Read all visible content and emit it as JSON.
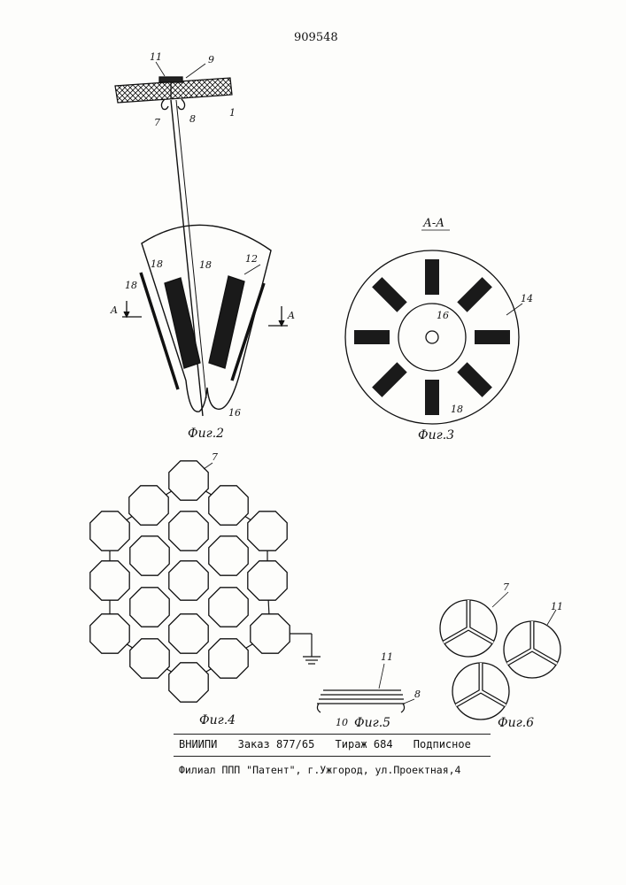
{
  "patent_number": "909548",
  "figures": {
    "fig2": {
      "caption": "Фиг.2",
      "labels": {
        "l11": "11",
        "l9": "9",
        "l7": "7",
        "l8": "8",
        "l1": "1",
        "l18a": "18",
        "l18b": "18",
        "l18c": "18",
        "l12": "12",
        "l16": "16",
        "a_left": "A",
        "a_right": "A"
      }
    },
    "fig3": {
      "caption": "Фиг.3",
      "section_title": "А-А",
      "labels": {
        "l14": "14",
        "l16": "16",
        "l18": "18"
      }
    },
    "fig4": {
      "caption": "Фиг.4",
      "labels": {
        "l7": "7"
      }
    },
    "fig5": {
      "caption": "Фиг.5",
      "labels": {
        "l11": "11",
        "l8": "8",
        "l10": "10"
      }
    },
    "fig6": {
      "caption": "Фиг.6",
      "labels": {
        "l7": "7",
        "l11": "11"
      }
    }
  },
  "imprint": {
    "org": "ВНИИПИ",
    "order": "Заказ 877/65",
    "run": "Тираж 684",
    "subscription": "Подписное",
    "branch": "Филиал ППП \"Патент\", г.Ужгород, ул.Проектная,4"
  }
}
